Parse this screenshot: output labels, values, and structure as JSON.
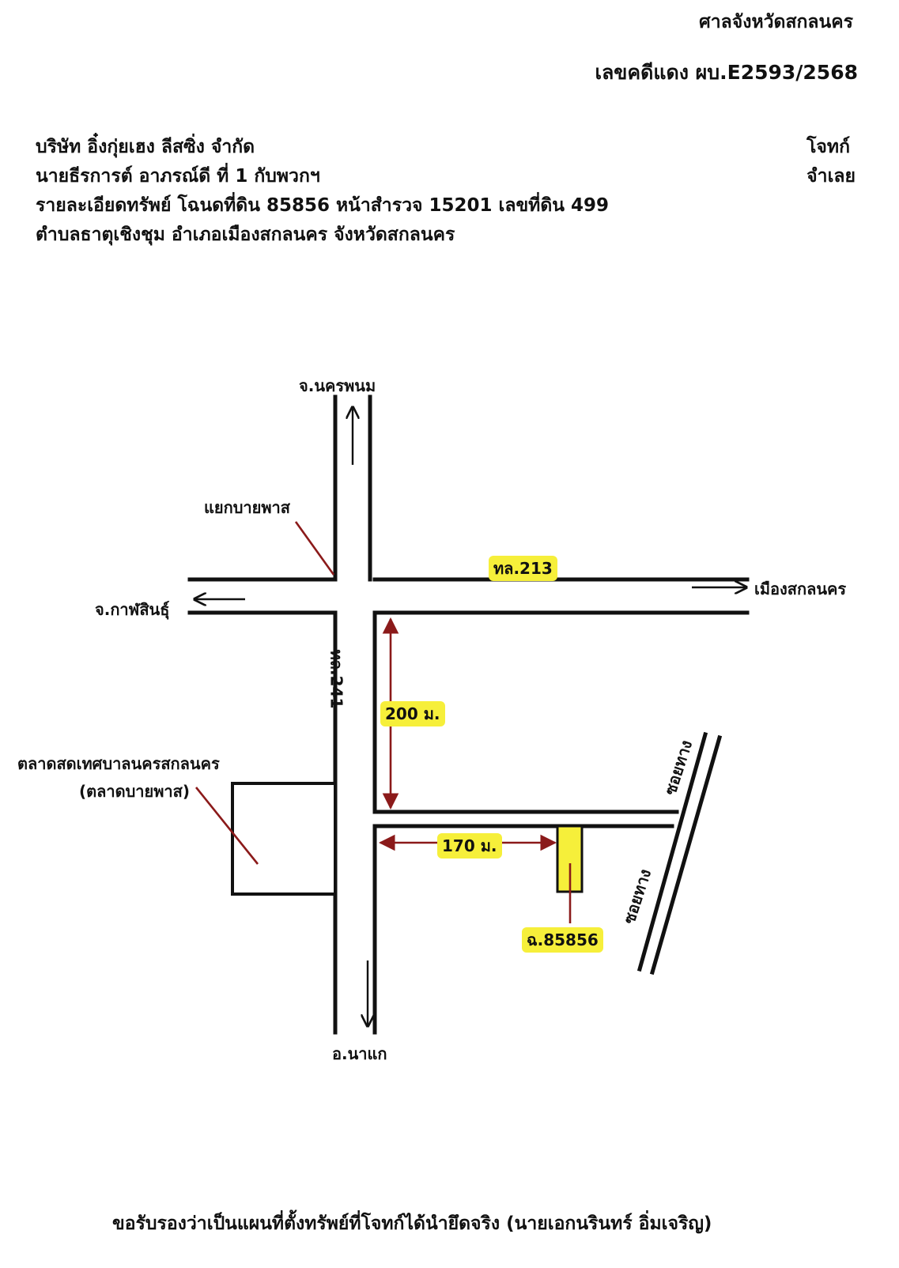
{
  "header": {
    "court": "ศาลจังหวัดสกลนคร",
    "case_number": "เลขคดีแดง ผบ.E2593/2568",
    "plaintiff_name": "บริษัท อิ๋งกุ่ยเฮง ลีสซิ่ง จำกัด",
    "plaintiff_role": "โจทก์",
    "defendant_name": "นายธีรการต์ อาภรณ์ดี ที่ 1 กับพวกฯ",
    "defendant_role": "จำเลย",
    "property_line1": "รายละเอียดทรัพย์ โฉนดที่ดิน 85856 หน้าสำรวจ 15201 เลขที่ดิน 499",
    "property_line2": "ตำบลธาตุเชิงชุม อำเภอเมืองสกลนคร จังหวัดสกลนคร"
  },
  "map": {
    "north_destination": "จ.นครพนม",
    "south_destination": "อ.นาแก",
    "west_destination": "จ.กาฬสินธุ์",
    "east_destination": "เมืองสกลนคร",
    "junction_label": "แยกบายพาส",
    "east_west_road": "ทล.213",
    "north_south_road": "ทล.241",
    "distance_vertical": "200 ม.",
    "distance_horizontal": "170 ม.",
    "market_name": "ตลาดสดเทศบาลนครสกลนคร",
    "market_alias": "(ตลาดบายพาส)",
    "side_road_upper": "ซอยทาง",
    "side_road_lower": "ซอยทาง",
    "plot_label": "ฉ.85856",
    "colors": {
      "road": "#111111",
      "marker": "#8b1a1a",
      "highlight": "#f6ef3a",
      "plot_outline": "#111111"
    }
  },
  "footer": {
    "certification": "ขอรับรองว่าเป็นแผนที่ตั้งทรัพย์ที่โจทก์ได้นำยึดจริง (นายเอกนรินทร์ อิ่มเจริญ)"
  }
}
